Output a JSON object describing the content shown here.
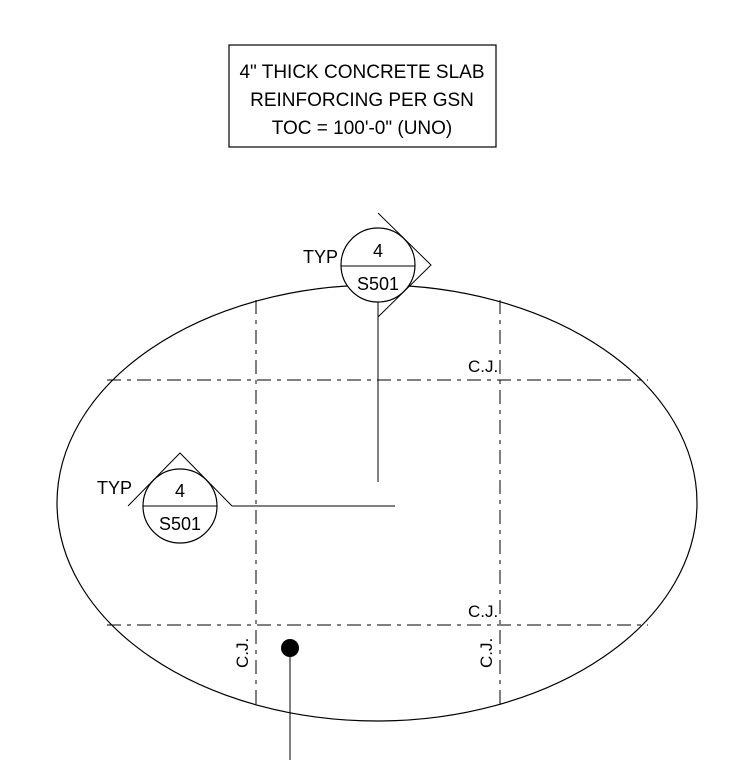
{
  "general_note": {
    "line1": "4\" THICK CONCRETE SLAB",
    "line2": "REINFORCING PER GSN",
    "line3": "TOC = 100'-0\" (UNO)"
  },
  "section_top": {
    "typ": "TYP",
    "number": "4",
    "sheet": "S501"
  },
  "section_left": {
    "typ": "TYP",
    "number": "4",
    "sheet": "S501"
  },
  "joints": {
    "upper_right": "C.J.",
    "lower_right": "C.J.",
    "vertical_left": "C.J.",
    "vertical_right": "C.J."
  }
}
